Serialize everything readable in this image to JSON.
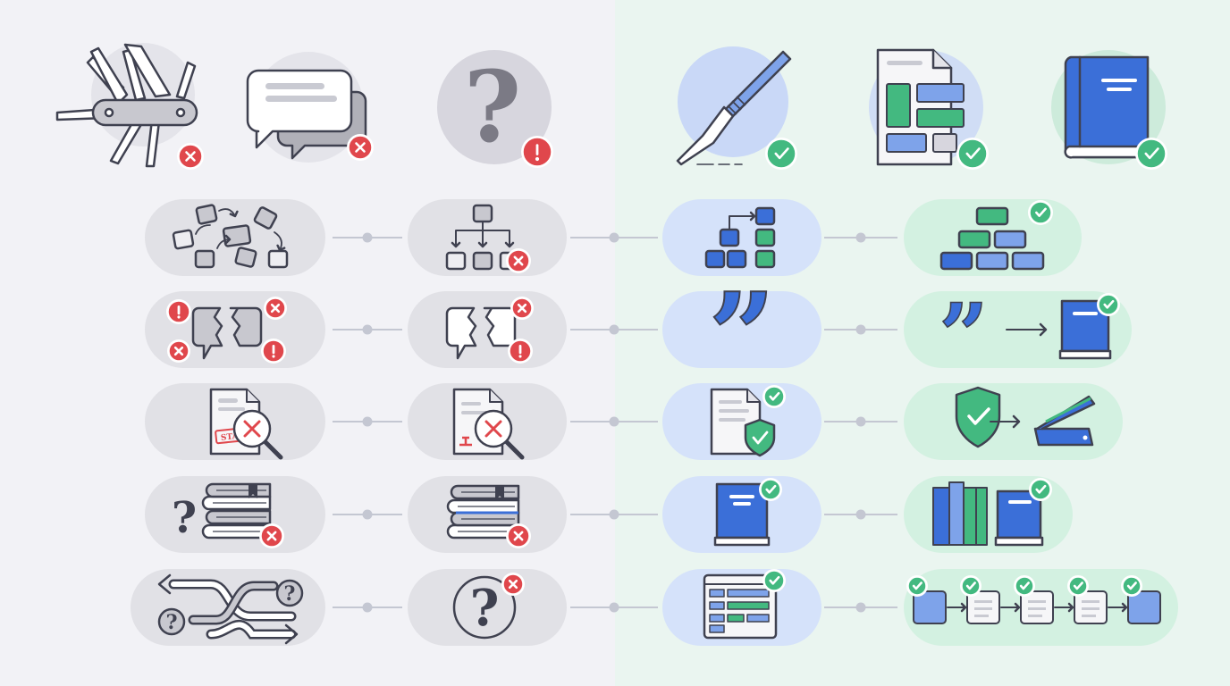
{
  "colors": {
    "left_bg": "#F2F2F6",
    "right_bg": "#EAF5F0",
    "gray_pill": "#E1E1E6",
    "blue_pill": "#D5E2FA",
    "green_pill": "#D3F1E1",
    "ink": "#3F4150",
    "gray_fill": "#C8C8CF",
    "blue": "#3B6FD8",
    "blue_light": "#7EA3EA",
    "green": "#43B980",
    "green_dark": "#239A60",
    "red": "#E0474C",
    "connector": "#C4C7D2"
  },
  "top_row": {
    "left": [
      {
        "icon": "swiss-army-knife-icon",
        "badge": "error-x"
      },
      {
        "icon": "chat-bubbles-icon",
        "badge": "error-x"
      },
      {
        "icon": "question-mark-icon",
        "badge": "warning-exclamation"
      }
    ],
    "right": [
      {
        "icon": "scalpel-icon",
        "badge": "check"
      },
      {
        "icon": "structured-document-icon",
        "badge": "check"
      },
      {
        "icon": "book-icon",
        "badge": "check"
      }
    ]
  },
  "rows": [
    {
      "id": "structure",
      "stages": [
        "scattered-blocks-icon",
        "rigid-hierarchy-icon",
        "building-blocks-icon",
        "stacked-pyramid-icon"
      ]
    },
    {
      "id": "quotes",
      "stages": [
        "broken-speech-icon",
        "split-speech-icon",
        "quotation-marks-icon",
        "quote-to-book-icon"
      ]
    },
    {
      "id": "verification",
      "stages": [
        "stamped-doc-magnifier-icon",
        "doc-magnifier-icon",
        "shielded-doc-icon",
        "shield-to-scanner-icon"
      ]
    },
    {
      "id": "sources",
      "stages": [
        "question-books-icon",
        "book-stack-icon",
        "single-book-icon",
        "bookshelf-icon"
      ]
    },
    {
      "id": "process",
      "stages": [
        "tangled-arrows-icon",
        "circled-question-icon",
        "layout-window-icon",
        "step-flow-icon"
      ]
    }
  ],
  "glyphs": {
    "question": "?",
    "exclaim": "!",
    "quote": "”",
    "stamp": "STA"
  }
}
